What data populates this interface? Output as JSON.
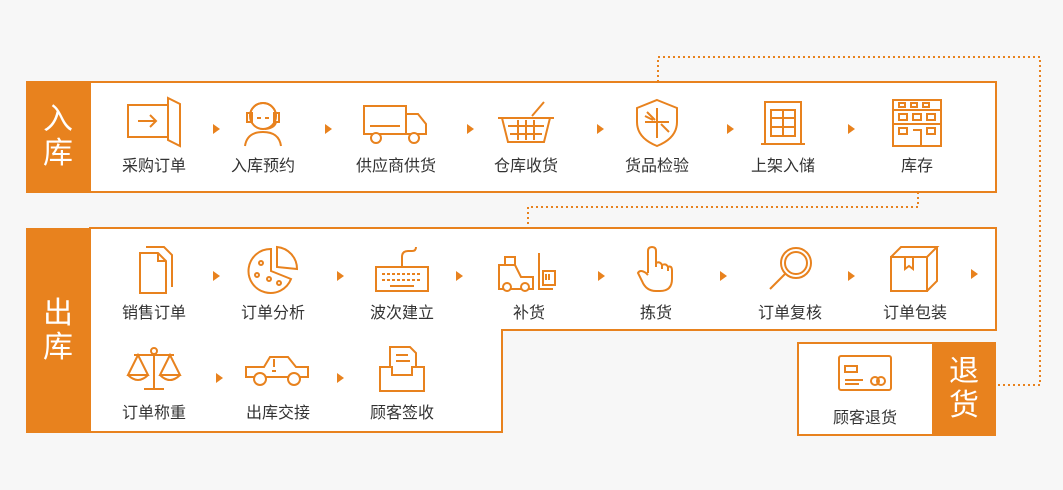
{
  "colors": {
    "accent": "#e8821e",
    "text": "#333333",
    "background": "#f7f7f7"
  },
  "inbound": {
    "tag": [
      "入",
      "库"
    ],
    "steps": [
      {
        "label": "采购订单",
        "icon": "purchase-order-icon"
      },
      {
        "label": "入库预约",
        "icon": "operator-headset-icon"
      },
      {
        "label": "供应商供货",
        "icon": "truck-icon"
      },
      {
        "label": "仓库收货",
        "icon": "basket-icon"
      },
      {
        "label": "货品检验",
        "icon": "shield-icon"
      },
      {
        "label": "上架入储",
        "icon": "shelf-icon"
      },
      {
        "label": "库存",
        "icon": "warehouse-icon"
      }
    ]
  },
  "outbound": {
    "tag": [
      "出",
      "库"
    ],
    "steps": [
      {
        "label": "销售订单",
        "icon": "documents-icon"
      },
      {
        "label": "订单分析",
        "icon": "pie-chart-icon"
      },
      {
        "label": "波次建立",
        "icon": "keyboard-icon"
      },
      {
        "label": "补货",
        "icon": "forklift-icon"
      },
      {
        "label": "拣货",
        "icon": "pointing-hand-icon"
      },
      {
        "label": "订单复核",
        "icon": "magnifier-icon"
      },
      {
        "label": "订单包装",
        "icon": "box-icon"
      },
      {
        "label": "订单称重",
        "icon": "scale-icon"
      },
      {
        "label": "出库交接",
        "icon": "pickup-truck-icon"
      },
      {
        "label": "顾客签收",
        "icon": "inbox-icon"
      }
    ]
  },
  "returns": {
    "tag": [
      "退",
      "货"
    ],
    "steps": [
      {
        "label": "顾客退货",
        "icon": "card-icon"
      }
    ]
  }
}
